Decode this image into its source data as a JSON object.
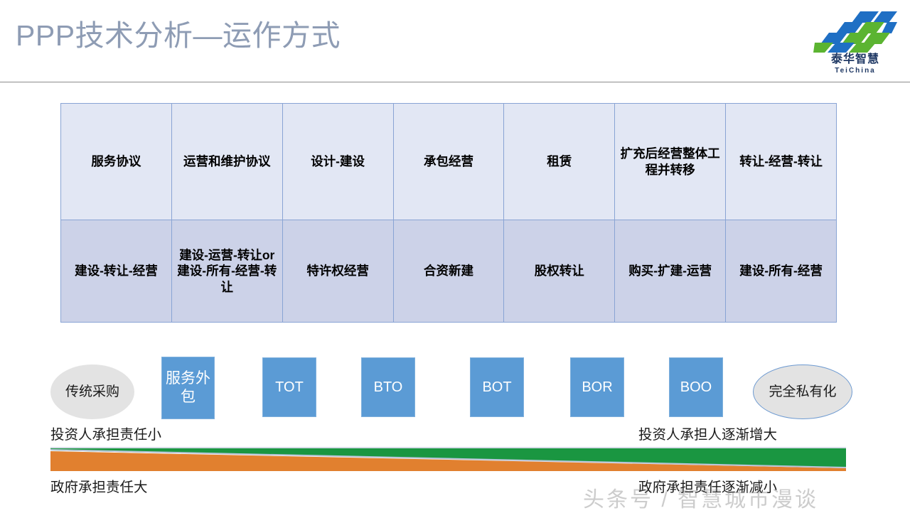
{
  "slide": {
    "title": "PPP技术分析—运作方式",
    "title_color": "#8e9cb4",
    "background": "#ffffff"
  },
  "logo": {
    "name": "泰华智慧",
    "latin": "TeiChina",
    "blue": "#1f6fc4",
    "green": "#5bb431"
  },
  "matrix": {
    "row1_bg": "#e2e7f4",
    "row2_bg": "#ccd2e8",
    "border_color": "#89a4d4",
    "rows": [
      [
        "服务协议",
        "运营和维护协议",
        "设计-建设",
        "承包经营",
        "租赁",
        "扩充后经营整体工程并转移",
        "转让-经营-转让"
      ],
      [
        "建设-转让-经营",
        "建设-运营-转让or建设-所有-经营-转让",
        "特许权经营",
        "合资新建",
        "股权转让",
        "购买-扩建-运营",
        "建设-所有-经营"
      ]
    ]
  },
  "spectrum": {
    "start_node": "传统采购",
    "end_node": "完全私有化",
    "node_fill": "#5b9bd5",
    "ellipse_fill": "#e3e3e3",
    "items": [
      "服务外包",
      "TOT",
      "BTO",
      "BOT",
      "BOR",
      "BOO"
    ]
  },
  "wedge": {
    "investor_color": "#1a9641",
    "government_color": "#e1802f",
    "top_left_label": "投资人承担责任小",
    "top_right_label": "投资人承担人逐渐增大",
    "bottom_left_label": "政府承担责任大",
    "bottom_right_label": "政府承担责任逐渐减小"
  },
  "watermark": {
    "text": "头条号 / 智慧城市漫谈"
  }
}
